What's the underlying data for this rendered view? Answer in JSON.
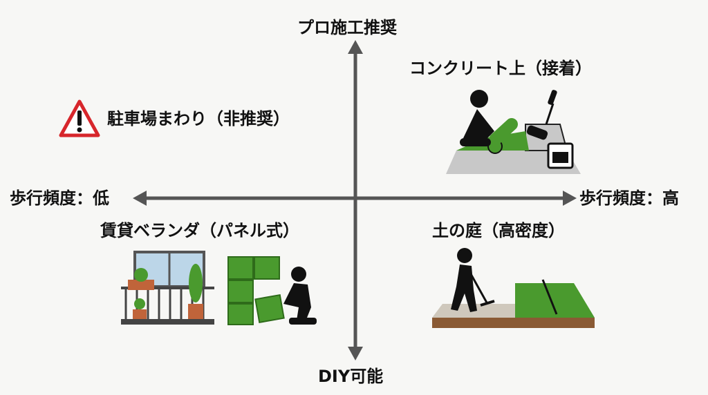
{
  "axes": {
    "top": "プロ施工推奨",
    "bottom": "DIY可能",
    "left": "歩行頻度：低",
    "right": "歩行頻度：高"
  },
  "quadrants": {
    "top_right": "コンクリート上（接着）",
    "top_left": "駐車場まわり（非推奨）",
    "bottom_left": "賃貸ベランダ（パネル式）",
    "bottom_right": "土の庭（高密度）"
  },
  "colors": {
    "axis": "#555555",
    "grass": "#4a9a2e",
    "warning": "#d7262b",
    "concrete": "#c8c8c8",
    "soil": "#8a5a34"
  }
}
